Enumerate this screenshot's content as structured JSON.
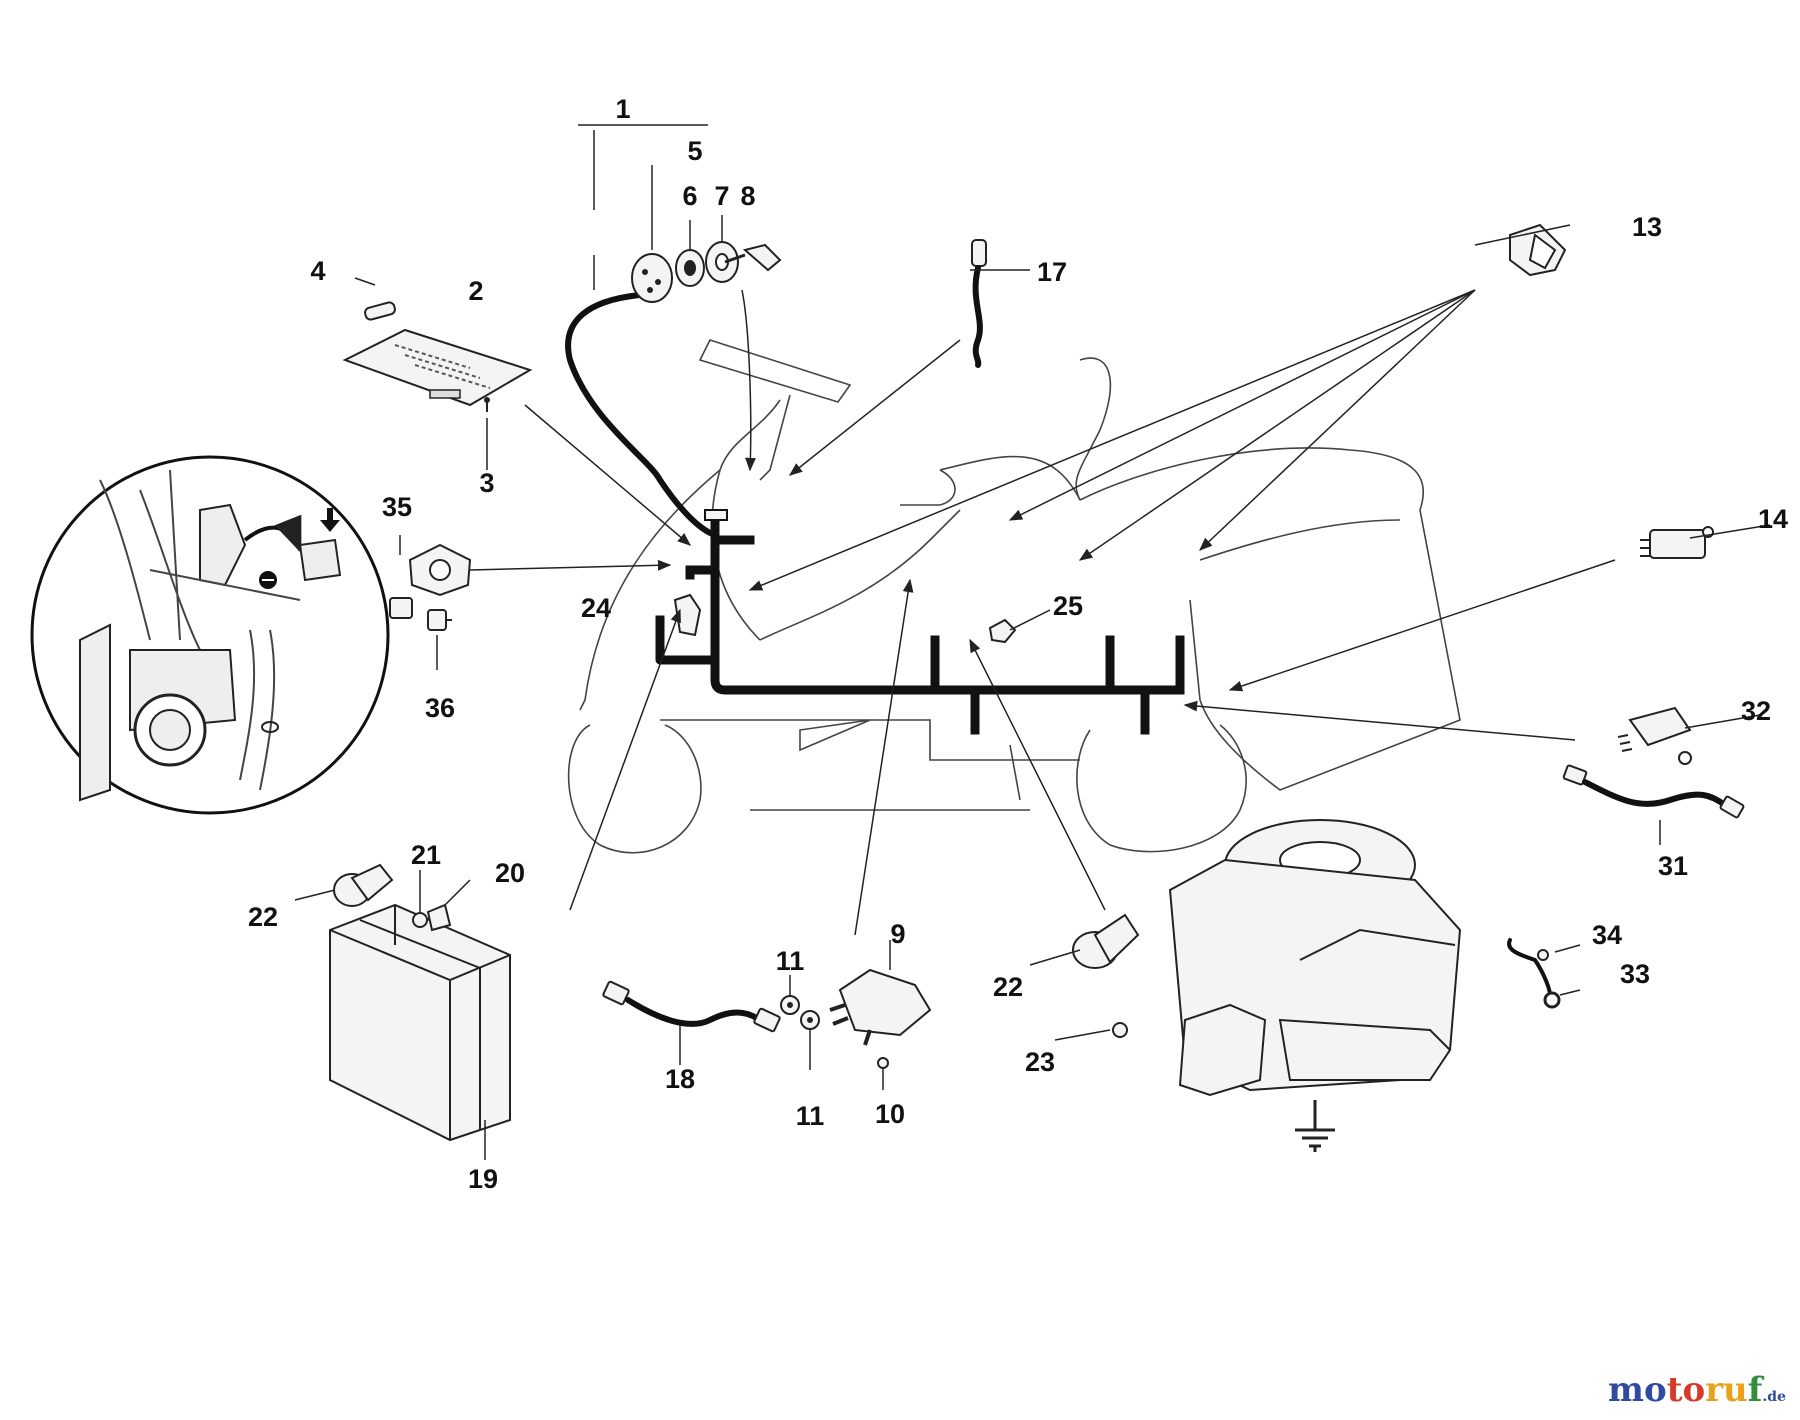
{
  "callouts": {
    "c1": "1",
    "c2": "2",
    "c3": "3",
    "c4": "4",
    "c5": "5",
    "c6": "6",
    "c7": "7",
    "c8": "8",
    "c9": "9",
    "c10": "10",
    "c11a": "11",
    "c11b": "11",
    "c13": "13",
    "c14": "14",
    "c17": "17",
    "c18": "18",
    "c19": "19",
    "c20": "20",
    "c21": "21",
    "c22a": "22",
    "c22b": "22",
    "c23": "23",
    "c24": "24",
    "c25": "25",
    "c31": "31",
    "c32": "32",
    "c33": "33",
    "c34": "34",
    "c35": "35",
    "c36": "36"
  },
  "watermark": {
    "brand": "motoruf",
    "suffix": ".de",
    "colors": [
      "#2f4aa0",
      "#d83a2a",
      "#e8a21a",
      "#2f8f3a"
    ]
  }
}
